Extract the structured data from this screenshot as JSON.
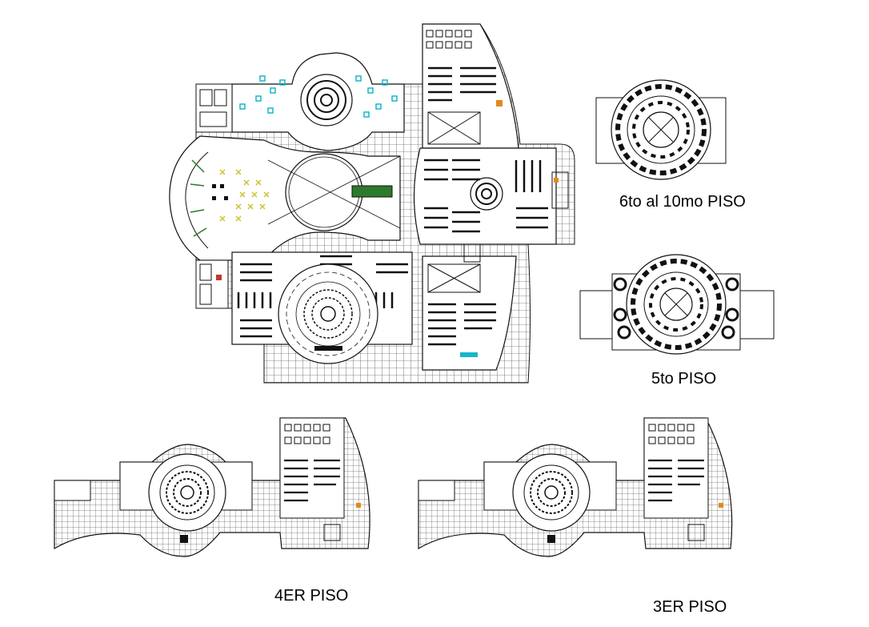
{
  "labels": {
    "floor_6_10": "6to al 10mo PISO",
    "floor_5": "5to PISO",
    "floor_4": "4ER PISO",
    "floor_3": "3ER PISO"
  },
  "colors": {
    "line": "#111111",
    "furniture_cyan": "#19b5c8",
    "furniture_yellow": "#c9c22a",
    "furniture_green": "#2c7a2c",
    "accent_red": "#c0392b",
    "accent_orange": "#e08a1e"
  }
}
